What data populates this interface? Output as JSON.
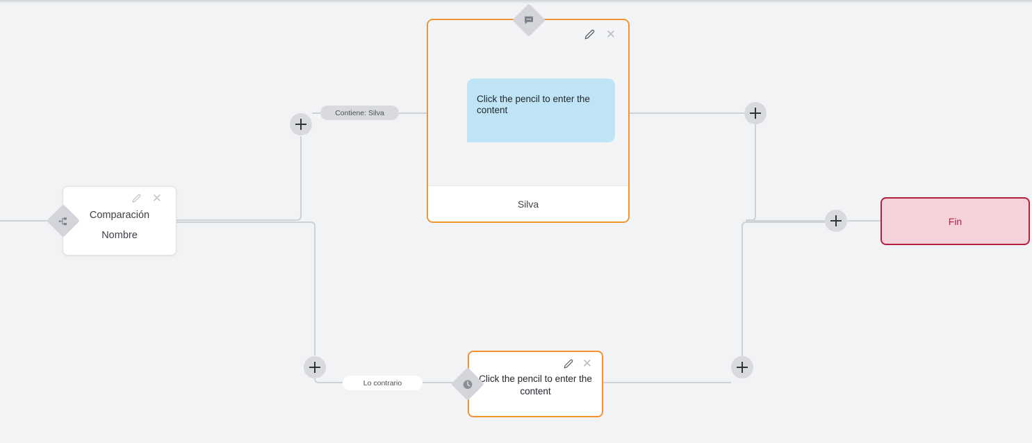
{
  "canvas": {
    "background_color": "#f2f3f5",
    "connector_color": "#ced1d6"
  },
  "nodes": {
    "comparison": {
      "name": "comparacion-node",
      "title": "Comparación",
      "subtitle": "Nombre",
      "handle_icon": "branch-split-icon",
      "edit_icon": "pencil-icon",
      "close_icon": "close-icon",
      "border_color": "#dfe1e5"
    },
    "message": {
      "name": "message-node",
      "handle_icon": "chat-bubble-icon",
      "edit_icon": "pencil-icon",
      "close_icon": "close-icon",
      "bubble_text": "Click the pencil to enter the content",
      "bubble_color": "#bee4f6",
      "footer_label": "Silva",
      "border_color": "#f29230"
    },
    "wait": {
      "name": "wait-node",
      "handle_icon": "clock-icon",
      "edit_icon": "pencil-icon",
      "close_icon": "close-icon",
      "text": "Click the pencil to enter the content",
      "border_color": "#f29230"
    },
    "end": {
      "name": "fin-node",
      "label": "Fin",
      "border_color": "#b52041",
      "fill_color": "#f3d3d9",
      "text_color": "#b52041"
    }
  },
  "edge_labels": [
    {
      "id": "contiene-silva",
      "text": "Contiene: Silva",
      "style": "gray"
    },
    {
      "id": "lo-contrario",
      "text": "Lo contrario",
      "style": "white"
    }
  ],
  "add_buttons": [
    {
      "id": "add-top-branch",
      "icon": "plus-icon"
    },
    {
      "id": "add-bottom-branch",
      "icon": "plus-icon"
    },
    {
      "id": "add-after-message",
      "icon": "plus-icon"
    },
    {
      "id": "add-after-wait",
      "icon": "plus-icon"
    },
    {
      "id": "add-before-end",
      "icon": "plus-icon"
    }
  ]
}
